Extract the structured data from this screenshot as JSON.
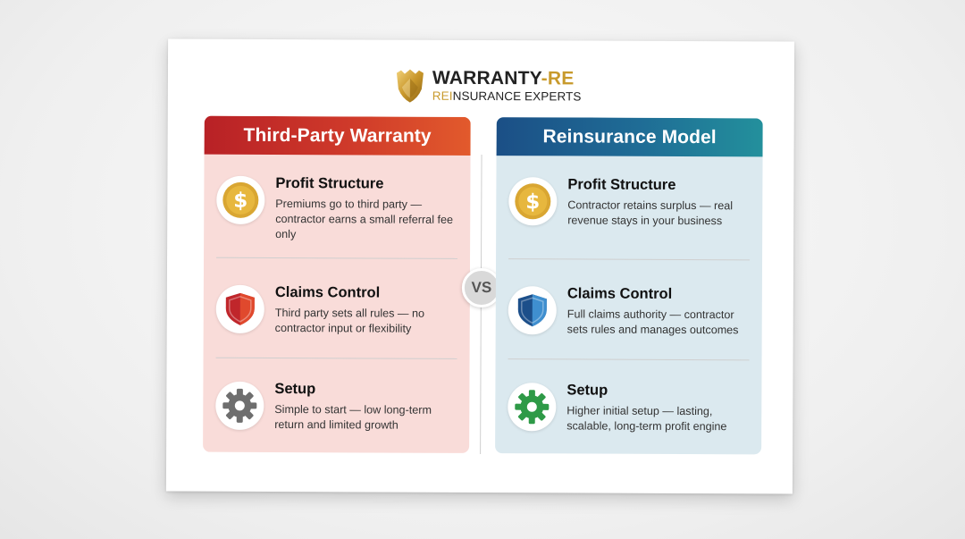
{
  "logo": {
    "title_main": "WARRANTY",
    "title_accent": "-RE",
    "sub_accent": "REI",
    "sub_main": "NSURANCE EXPERTS"
  },
  "vs_label": "VS",
  "left": {
    "title": "Third-Party Warranty",
    "items": [
      {
        "icon": "dollar-coin-icon",
        "title": "Profit Structure",
        "desc": "Premiums go to third party — contractor earns a small referral fee only"
      },
      {
        "icon": "red-shield-icon",
        "title": "Claims Control",
        "desc": "Third party sets all rules — no contractor input or flexibility"
      },
      {
        "icon": "gray-gear-icon",
        "title": "Setup",
        "desc": "Simple to start — low long-term return and limited growth"
      }
    ]
  },
  "right": {
    "title": "Reinsurance Model",
    "items": [
      {
        "icon": "dollar-coin-icon",
        "title": "Profit Structure",
        "desc": "Contractor retains surplus — real revenue stays in your business"
      },
      {
        "icon": "blue-shield-icon",
        "title": "Claims Control",
        "desc": "Full claims authority — contractor sets rules and manages outcomes"
      },
      {
        "icon": "green-gear-icon",
        "title": "Setup",
        "desc": "Higher initial setup — lasting, scalable, long-term profit engine"
      }
    ]
  },
  "colors": {
    "gold": "#c89a2c",
    "left_header": "#c62d28",
    "right_header": "#1f6d96",
    "left_bg": "#f9dcd9",
    "right_bg": "#dbe9ef",
    "gear_gray": "#6e6e6e",
    "gear_green": "#2e9a47"
  }
}
